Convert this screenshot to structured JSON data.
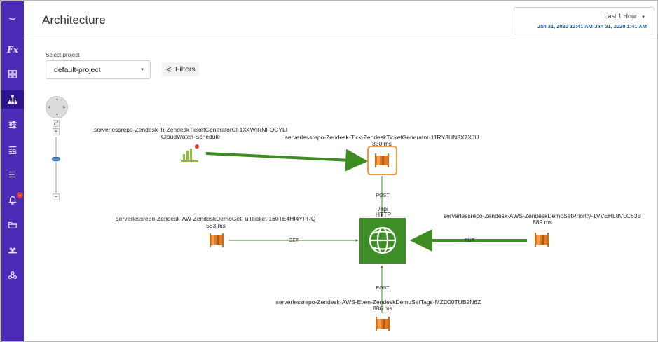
{
  "header": {
    "title": "Architecture",
    "time_range": "Last 1 Hour",
    "time_window": "Jan 31, 2020 12:41 AM-Jan 31, 2020 1:41 AM"
  },
  "sidebar": {
    "items": [
      {
        "icon": "logo-icon"
      },
      {
        "icon": "fx-icon",
        "label": "Fx"
      },
      {
        "icon": "dashboard-icon"
      },
      {
        "icon": "architecture-icon",
        "active": true
      },
      {
        "icon": "sliders-icon"
      },
      {
        "icon": "search-list-icon"
      },
      {
        "icon": "list-icon"
      },
      {
        "icon": "bell-icon",
        "badge": "1"
      },
      {
        "icon": "folder-icon"
      },
      {
        "icon": "users-icon"
      },
      {
        "icon": "settings-cog-icon"
      }
    ]
  },
  "project": {
    "label": "Select project",
    "value": "default-project"
  },
  "filters": {
    "label": "Filters"
  },
  "zoom": {
    "fit": "⤢",
    "plus": "+",
    "minus": "−"
  },
  "graph": {
    "nodes": {
      "schedule": {
        "name": "serverlessrepo-Zendesk-Ti-ZendeskTicketGeneratorCl-1X4WIRNFOCYLI",
        "sub": "CloudWatch-Schedule"
      },
      "generator": {
        "name": "serverlessrepo-Zendesk-Tick-ZendeskTicketGenerator-11RY3UN8X7XJU",
        "sub": "850 ms"
      },
      "getfull": {
        "name": "serverlessrepo-Zendesk-AW-ZendeskDemoGetFullTicket-160TE4HI4YPRQ",
        "sub": "583 ms"
      },
      "setpriority": {
        "name": "serverlessrepo-Zendesk-AWS-ZendeskDemoSetPriority-1VVEHL8VLC63B",
        "sub": "889 ms"
      },
      "settags": {
        "name": "serverlessrepo-Zendesk-AWS-Even-ZendeskDemoSetTags-MZD00TUB2N6Z",
        "sub": "886 ms"
      },
      "api": {
        "name": "/api",
        "sub": "HTTP"
      }
    },
    "edges": {
      "post_top": "POST",
      "get": "GET",
      "put": "PUT",
      "post_bottom": "POST"
    }
  },
  "colors": {
    "sidebar": "#4b2ab5",
    "sidebar_active": "#2f1590",
    "edge": "#3d8c1f",
    "lambda": "#e07b22",
    "api": "#3e8e28",
    "selected_border": "#f39c3c"
  }
}
